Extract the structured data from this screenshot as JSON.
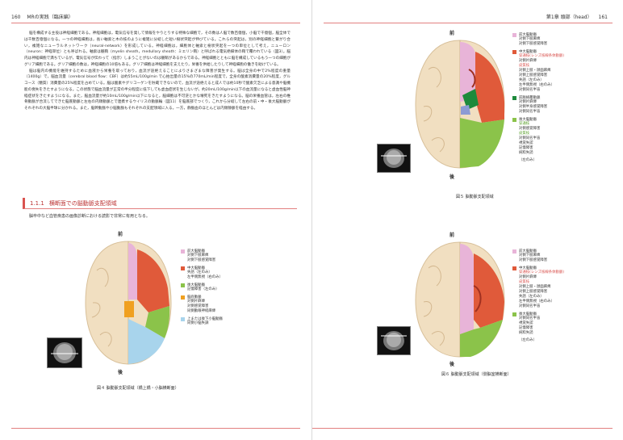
{
  "header_left": {
    "page": "160",
    "book": "MRの実践（臨床編）"
  },
  "header_right": {
    "chapter": "第1章 頭部（head）",
    "page": "161"
  },
  "body_paragraphs": [
    "脳を構成する主役は神経細胞である。神経細胞は，電気信号を発して情報をやりとりする特殊な細胞で，その数は人脳で数百億個，小脳で千億個，脳全体では千数百億個になる。一つの神経細胞は，長い軸索と木の枝のように複雑に分岐した短い樹状突起が伸びている。これらの突起は，別の神経細胞と繋がり合い，複雑なニューラルネットワーク（neural-network）を形成している。神経細胞は，細胞体と軸索と樹状突起を一つの単位として考え，ニューロン（neuron：神経単位）とも呼ばれる。軸索は髄鞘（myelin sheath，medullary sheath：ミエリン鞘）と呼ばれる電気絶縁体の鞘で覆われている（図3）。脳内は神経細胞で満ちているが，電気信号が伝わって（指示）しまうことがないのは髄鞘があるからである。神経細胞とともに脳を構成しているもう一つの細胞がグリア細胞である。グリア細胞の数は，神経細胞の10倍もある。グリア細胞は神経細胞を支えたり，栄養を供給したりして神経細胞の働きを助けている。",
    "脳は脳内の機能を維持するために血液から栄養を取っており，血流が途絶えることによりさまざまな障害が発生する。脳は全身の中で2%程度の重量（1400g）で，脳血流量（cerebral blood flow：CBF）は約55mL/100g/min で心拍出量の15%の770mL/min程度で，全身の酸素消費量の20%程度，グルコース（糖質）消費量の25%程度を占めている。脳は酸素やグリコーゲンを貯蔵できないので，血流が途絶えると成人では約10秒で酸素欠乏による意識や脳機能の喪失をきたすようになる。この状態で脳血流量が正常の半分程度に低下しても虚血症状を生じないが，約20mL/100g/min以下の血流量になると虚血性脳神経症状をきたすようになる。また，脳血流量が約10mL/100g/min以下になると，脳細胞は不可逆とかな壊死をきたすようになる。脳の栄養血管は，左右の椎骨動脈が合流してできた脳底動脈と左右の内頸動脈とで連携するウイリスの動脈輪（図11）を脳底部でつくり，これから分岐して左右の前・中・後大脳動脈がそれぞれの大脳半球に分かれる。また，脳幹動脈や小脳動脈もそれぞれの支配領域に入る。一方，静脈血のほとんどは内頸静脈を経由する。"
  ],
  "section": {
    "number": "1.1.1",
    "title": "横断面での脳動脈支配領域",
    "intro": "脳卒中など血管疾患の画像診断における読影で非常に有用となる。"
  },
  "directions": {
    "front": "前",
    "back": "後"
  },
  "fig4": {
    "caption": "図４ 脳動脈支配領域（橋上橋・小脳横断面）",
    "legend": [
      {
        "color": "#e8b4d8",
        "title": "前大脳動脈",
        "items": [
          {
            "text": "対側下肢麻痺",
            "tone": "normal"
          },
          {
            "text": "対側下肢感覚障害",
            "tone": "normal"
          }
        ]
      },
      {
        "color": "#e05a3a",
        "title": "中大脳動脈",
        "items": [
          {
            "text": "失語（左のみ）",
            "tone": "normal"
          },
          {
            "text": "左半側無視（右のみ）",
            "tone": "normal"
          }
        ]
      },
      {
        "color": "#8bc34a",
        "title": "後大脳動脈",
        "items": [
          {
            "text": "記憶障害（左のみ）",
            "tone": "normal"
          }
        ]
      },
      {
        "color": "#f0a020",
        "title": "脳底動脈",
        "items": [
          {
            "text": "対側片麻痺",
            "tone": "normal"
          },
          {
            "text": "対側感覚障害",
            "tone": "normal"
          },
          {
            "text": "同側動眼神経麻痺",
            "tone": "normal"
          }
        ]
      },
      {
        "color": "#a8d4ec",
        "title": "上または後下小脳動脈",
        "items": [
          {
            "text": "同側小脳失調",
            "tone": "normal"
          }
        ]
      }
    ]
  },
  "fig5": {
    "caption": "図５ 脳動脈支配領域",
    "legend": [
      {
        "color": "#e8b4d8",
        "title": "前大脳動脈",
        "items": [
          {
            "text": "対側下肢麻痺",
            "tone": "normal"
          },
          {
            "text": "対側下肢感覚障害",
            "tone": "normal"
          }
        ]
      },
      {
        "color": "#e05a3a",
        "title": "中大脳動脈",
        "items": [
          {
            "text": "穿通枝(レンズ核線条体動脈)",
            "tone": "red"
          },
          {
            "text": "対側片麻痺",
            "tone": "normal"
          },
          {
            "text": "皮質枝",
            "tone": "red"
          },
          {
            "text": "対側上肢・顔面麻痺",
            "tone": "normal"
          },
          {
            "text": "対側上肢感覚障害",
            "tone": "normal"
          },
          {
            "text": "失語（左のみ）",
            "tone": "normal"
          },
          {
            "text": "左半側無視（右のみ）",
            "tone": "normal"
          },
          {
            "text": "対側同名半盲",
            "tone": "normal"
          }
        ]
      },
      {
        "color": "#1e8a3c",
        "title": "前脈絡叢動脈",
        "items": [
          {
            "text": "対側片麻痺",
            "tone": "normal"
          },
          {
            "text": "対側半身感覚障害",
            "tone": "normal"
          },
          {
            "text": "対側同名半盲",
            "tone": "normal"
          }
        ]
      },
      {
        "color": "#8bc34a",
        "title": "後大脳動脈",
        "items": [
          {
            "text": "穿通枝",
            "tone": "green"
          },
          {
            "text": "対側感覚障害",
            "tone": "normal"
          },
          {
            "text": "皮質枝",
            "tone": "green"
          },
          {
            "text": "対側同名半盲",
            "tone": "normal"
          },
          {
            "text": "視覚失認",
            "tone": "normal"
          },
          {
            "text": "記憶障害",
            "tone": "normal"
          },
          {
            "text": "純粋失読",
            "tone": "normal"
          }
        ]
      }
    ],
    "left_only": "（左のみ）"
  },
  "fig6": {
    "caption": "図６ 脳動脈支配領域（側脳室横断面）",
    "legend": [
      {
        "color": "#e8b4d8",
        "title": "前大脳動脈",
        "items": [
          {
            "text": "対側下肢麻痺",
            "tone": "normal"
          },
          {
            "text": "対側下肢感覚障害",
            "tone": "normal"
          }
        ]
      },
      {
        "color": "#e05a3a",
        "title": "中大脳動脈",
        "items": [
          {
            "text": "穿通枝(レンズ核線条体動脈)",
            "tone": "red"
          },
          {
            "text": "対側片麻痺",
            "tone": "normal"
          },
          {
            "text": "皮質枝",
            "tone": "red"
          },
          {
            "text": "対側上肢・顔面麻痺",
            "tone": "normal"
          },
          {
            "text": "対側上肢感覚障害",
            "tone": "normal"
          },
          {
            "text": "失語（左のみ）",
            "tone": "normal"
          },
          {
            "text": "左半側無視（右のみ）",
            "tone": "normal"
          },
          {
            "text": "対側同名半盲",
            "tone": "normal"
          }
        ]
      },
      {
        "color": "#8bc34a",
        "title": "後大脳動脈",
        "items": [
          {
            "text": "対側同名半盲",
            "tone": "normal"
          },
          {
            "text": "視覚失認",
            "tone": "normal"
          },
          {
            "text": "記憶障害",
            "tone": "normal"
          },
          {
            "text": "純粋失読",
            "tone": "normal"
          }
        ]
      }
    ],
    "left_only": "（左のみ）"
  }
}
